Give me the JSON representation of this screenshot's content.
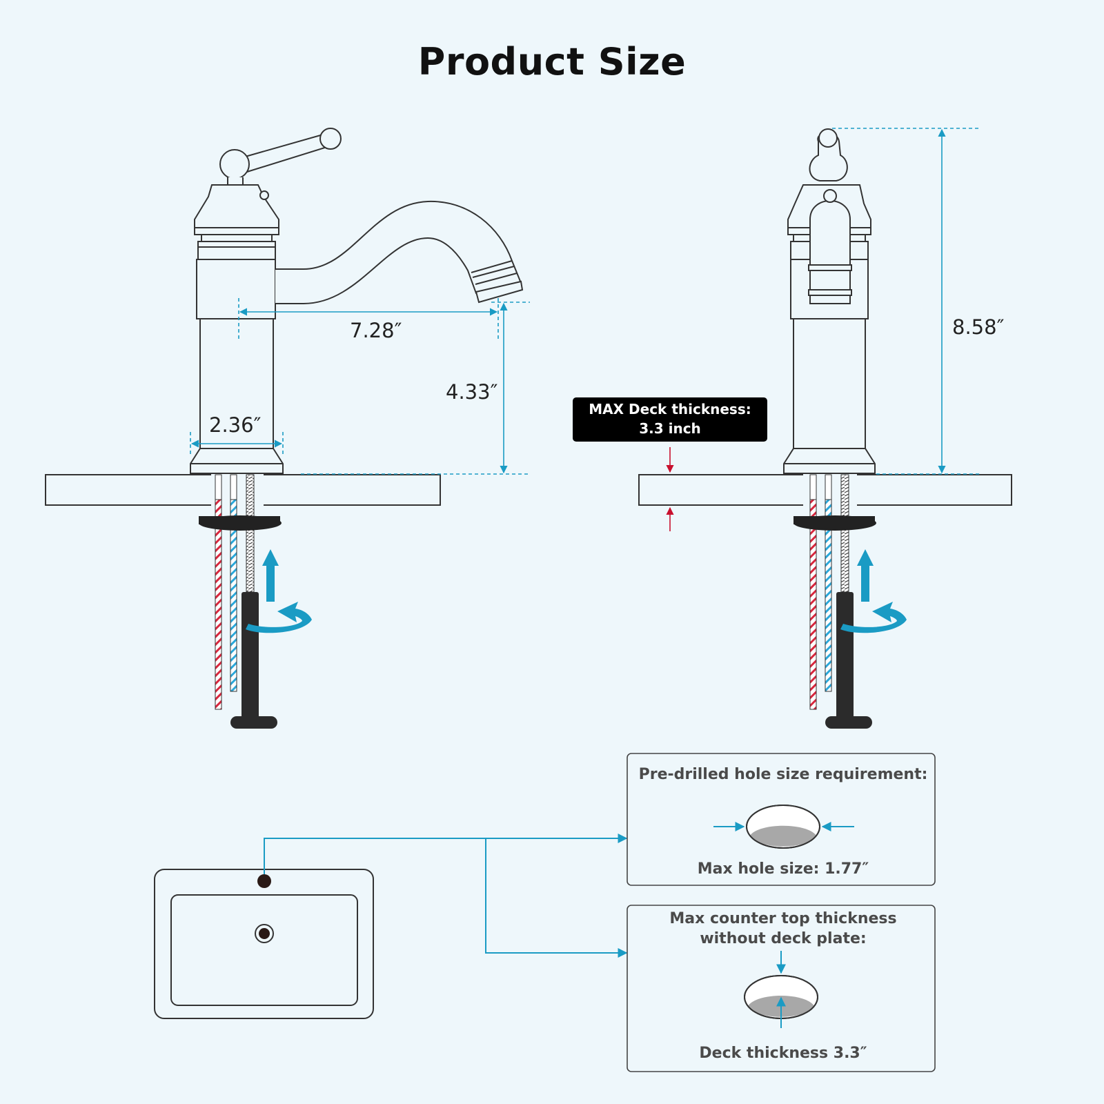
{
  "title": "Product Size",
  "dimensions": {
    "spout_reach": "7.28″",
    "spout_height": "4.33″",
    "base_diameter": "2.36″",
    "total_height": "8.58″"
  },
  "deck_badge": {
    "line1": "MAX Deck thickness:",
    "line2": "3.3 inch"
  },
  "hole_box": {
    "heading": "Pre-drilled hole size requirement:",
    "caption": "Max hole size: 1.77″"
  },
  "thickness_box": {
    "heading_line1": "Max counter top thickness",
    "heading_line2": "without deck plate:",
    "caption": "Deck thickness 3.3″"
  },
  "colors": {
    "accent": "#1a9bc4",
    "hot": "#d7263d",
    "cold": "#2aa7d9",
    "outline": "#333333",
    "background": "#eef7fb"
  }
}
